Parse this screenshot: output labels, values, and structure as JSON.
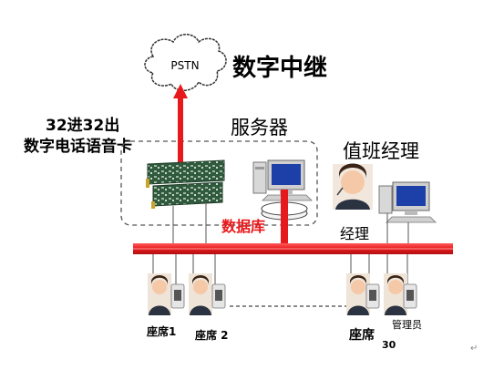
{
  "labels": {
    "pstn": "PSTN",
    "digital_relay": "数字中继",
    "card_line1": "32进32出",
    "card_line2": "数字电话语音卡",
    "server": "服务器",
    "database": "数据库",
    "duty_manager": "值班经理",
    "manager": "经理",
    "seat_1": "座席1",
    "seat_2": "座席 2",
    "seat_30_a": "座席",
    "seat_30_b": "30",
    "admin": "管理员",
    "return_mark": "↵"
  },
  "colors": {
    "bus_red": "#e8191c",
    "card_green": "#3a6a4a",
    "dashed_box": "#555555",
    "text": "#000000",
    "database_text": "#e8191c"
  }
}
